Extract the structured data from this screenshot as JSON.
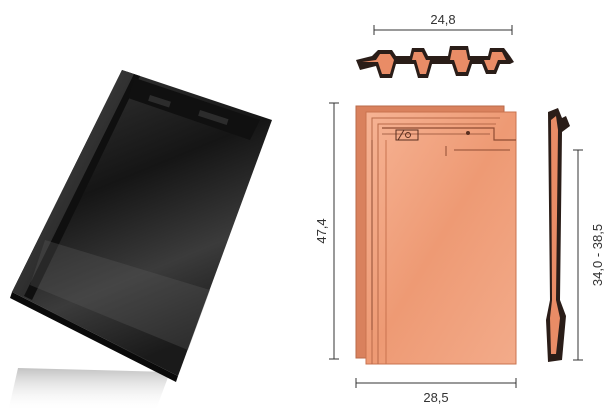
{
  "dimensions": {
    "top_width": "24,8",
    "height": "47,4",
    "bottom_width": "28,5",
    "side_height": "34,0 - 38,5"
  },
  "colors": {
    "tile_terracotta": "#f0a27e",
    "tile_edge": "#c9734f",
    "tile_dark": "#1f1f1f",
    "profile_dark": "#2a1d18",
    "dimension_line": "#333333"
  }
}
